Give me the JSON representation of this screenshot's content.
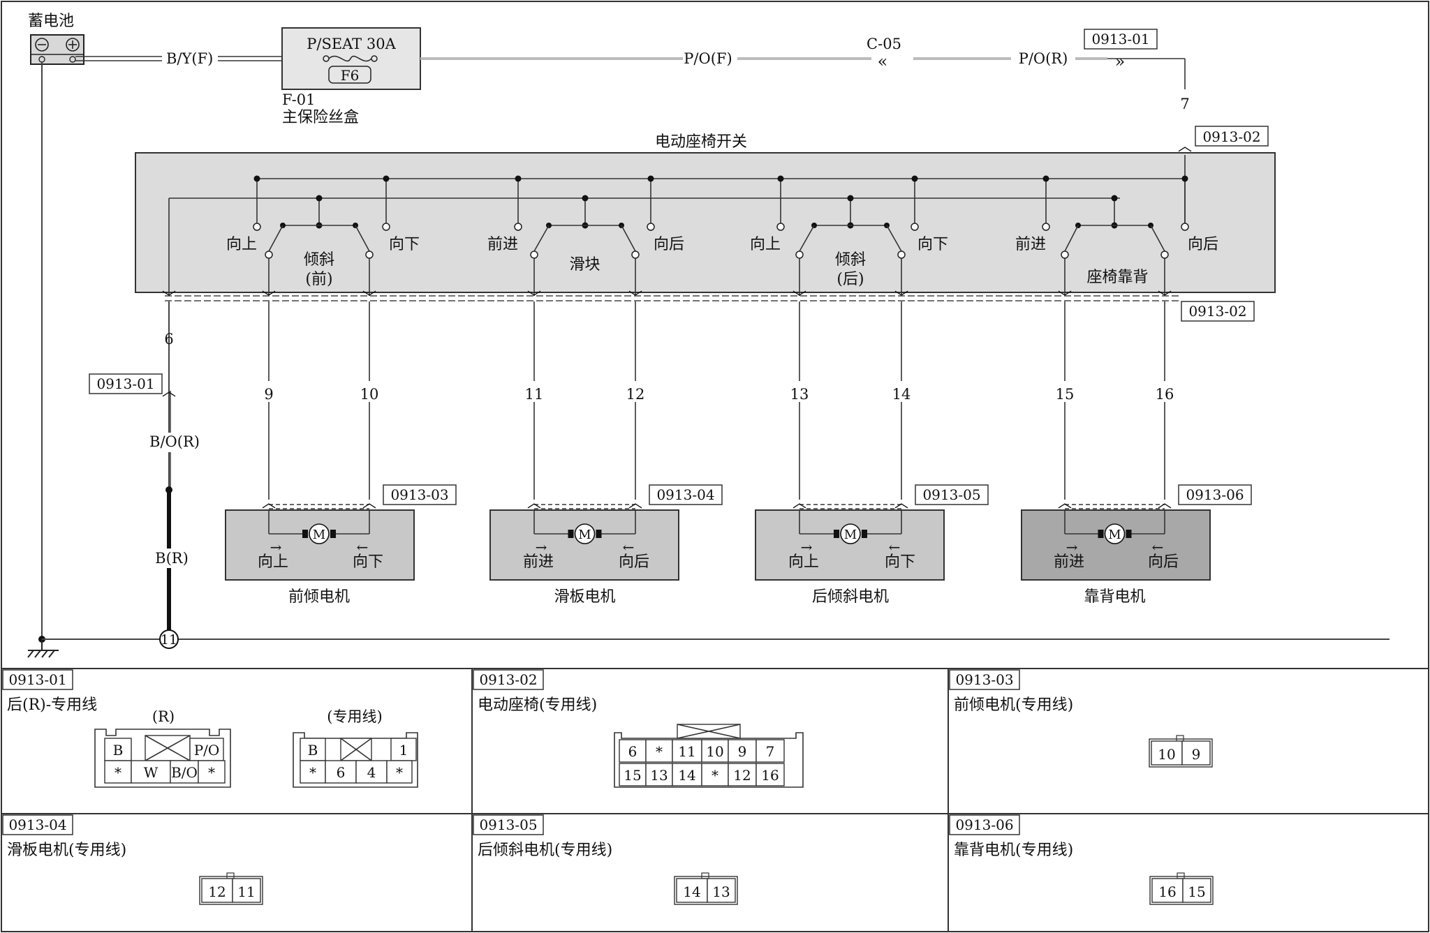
{
  "battery": {
    "label": "蓄电池",
    "neg": "⊖",
    "pos": "⊕"
  },
  "fuse_box": {
    "fuse_label": "P/SEAT 30A",
    "fuse_id": "F6",
    "box_id": "F-01",
    "box_name": "主保险丝盒"
  },
  "wires": {
    "battery_to_fuse": "B/Y(F)",
    "fuse_out_front": "P/O(F)",
    "fuse_out_rear": "P/O(R)",
    "junction": "C-05",
    "ground_front": "B/O(R)",
    "ground_rear": "B(R)",
    "ground_point": "11"
  },
  "connector_refs": {
    "c1": "0913-01",
    "c2": "0913-02",
    "c3": "0913-03",
    "c4": "0913-04",
    "c5": "0913-05",
    "c6": "0913-06"
  },
  "switch_module": {
    "title": "电动座椅开关",
    "groups": [
      {
        "name_line1": "倾斜",
        "name_line2": "(前)",
        "left": "向上",
        "right": "向下"
      },
      {
        "name_line1": "滑块",
        "name_line2": "",
        "left": "前进",
        "right": "向后"
      },
      {
        "name_line1": "倾斜",
        "name_line2": "(后)",
        "left": "向上",
        "right": "向下"
      },
      {
        "name_line1": "座椅靠背",
        "name_line2": "",
        "left": "前进",
        "right": "向后"
      }
    ]
  },
  "pins": {
    "feed_pin": "7",
    "ground_pin": "6",
    "motor_pins": [
      "9",
      "10",
      "11",
      "12",
      "13",
      "14",
      "15",
      "16"
    ]
  },
  "motors": [
    {
      "name": "前倾电机",
      "left": "向上",
      "right": "向下",
      "symbol": "M"
    },
    {
      "name": "滑板电机",
      "left": "前进",
      "right": "向后",
      "symbol": "M"
    },
    {
      "name": "后倾斜电机",
      "left": "向上",
      "right": "向下",
      "symbol": "M"
    },
    {
      "name": "靠背电机",
      "left": "前进",
      "right": "向后",
      "symbol": "M"
    }
  ],
  "connector_table": [
    {
      "id": "0913-01",
      "title": "后(R)-专用线",
      "sub_left": "(R)",
      "sub_right": "(专用线)",
      "left_top": [
        "B",
        "",
        "P/O"
      ],
      "left_bottom": [
        "*",
        "W",
        "B/O",
        "*"
      ],
      "right_top": [
        "B",
        "",
        "1"
      ],
      "right_bottom": [
        "*",
        "6",
        "4",
        "*"
      ]
    },
    {
      "id": "0913-02",
      "title": "电动座椅(专用线)",
      "top": [
        "6",
        "*",
        "11",
        "10",
        "9",
        "7"
      ],
      "bottom": [
        "15",
        "13",
        "14",
        "*",
        "12",
        "16"
      ]
    },
    {
      "id": "0913-03",
      "title": "前倾电机(专用线)",
      "pins": [
        "10",
        "9"
      ]
    },
    {
      "id": "0913-04",
      "title": "滑板电机(专用线)",
      "pins": [
        "12",
        "11"
      ]
    },
    {
      "id": "0913-05",
      "title": "后倾斜电机(专用线)",
      "pins": [
        "14",
        "13"
      ]
    },
    {
      "id": "0913-06",
      "title": "靠背电机(专用线)",
      "pins": [
        "16",
        "15"
      ]
    }
  ]
}
